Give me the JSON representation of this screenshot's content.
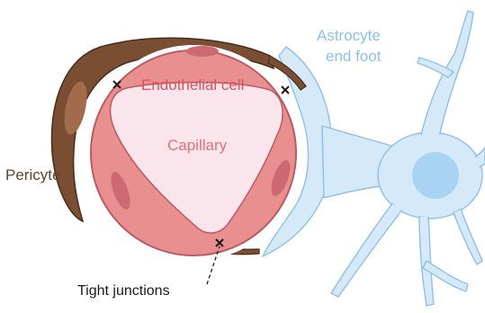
{
  "labels": {
    "astrocyte_line1": "Astrocyte",
    "astrocyte_line2": "end foot",
    "endothelial_cell": "Endothelial cell",
    "capillary": "Capillary",
    "pericyte": "Pericyte",
    "tight_junctions": "Tight junctions"
  },
  "colors": {
    "astrocyte": "#d6e9f8",
    "astrocyte_outline": "#8fc0e8",
    "astrocyte_label": "#8cc0ea",
    "astrocyte_nucleus": "#a9d3f2",
    "pericyte": "#7a4e33",
    "pericyte_dark": "#4a2c1b",
    "pericyte_nucleus": "#a26c4c",
    "pericyte_label": "#6b4128",
    "endothelium": "#e98f8f",
    "endothelium_outline": "#b85b63",
    "endothelium_nucleus": "#cd6a71",
    "lumen": "#fbe5ec",
    "endothelial_label": "#d9535d",
    "capillary_label": "#e0727b",
    "tight_junction_label": "#1a1a1a",
    "tight_junction_marker": "#1a1a1a"
  }
}
